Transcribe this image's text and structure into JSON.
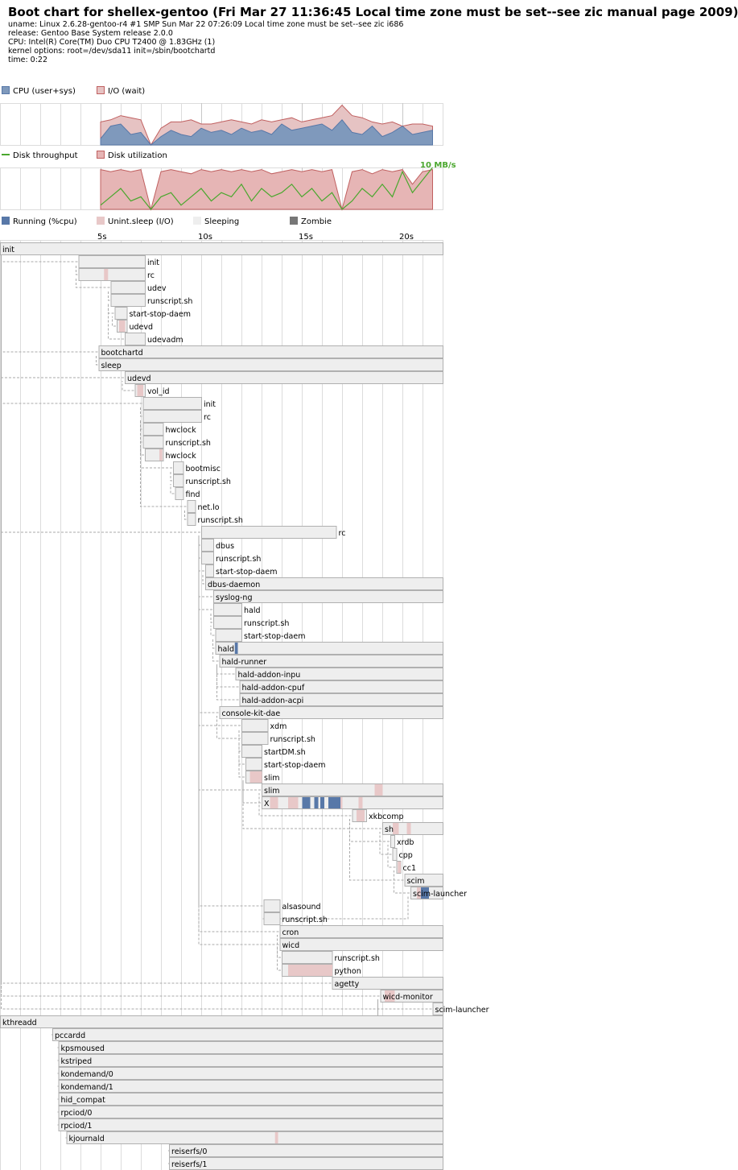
{
  "header": {
    "title": "Boot chart for shellex-gentoo (Fri Mar 27 11:36:45 Local time zone must be set--see zic manual page 2009)",
    "uname": "uname: Linux 2.6.28-gentoo-r4 #1 SMP Sun Mar 22 07:26:09 Local time zone must be set--see zic i686",
    "release": "release: Gentoo Base System release 2.0.0",
    "cpu": "CPU: Intel(R) Core(TM) Duo CPU T2400 @ 1.83GHz (1)",
    "kernel": "kernel options: root=/dev/sda11 init=/sbin/bootchartd",
    "time": "time: 0:22"
  },
  "colors": {
    "cpu": "#7f99bc",
    "io": "#d9aaaa",
    "io_edge": "#c06060",
    "throughput": "#4aa72e",
    "running": "#5878a8",
    "unint": "#e8c8c8",
    "sleeping": "#eeeeee",
    "zombie": "#777777",
    "grid": "#dcdcdc",
    "box_border": "#b0b0b0"
  },
  "chart_data": [
    {
      "type": "area",
      "name": "cpu-io",
      "legend": [
        "CPU (user+sys)",
        "I/O (wait)"
      ],
      "x_unit": "s",
      "xlim": [
        0,
        22
      ],
      "ylim": [
        0,
        1
      ],
      "grid": true,
      "t": [
        5,
        5.5,
        6,
        6.5,
        7,
        7.5,
        8,
        8.5,
        9,
        9.5,
        10,
        10.5,
        11,
        11.5,
        12,
        12.5,
        13,
        13.5,
        14,
        14.5,
        15,
        15.5,
        16,
        16.5,
        17,
        17.5,
        18,
        18.5,
        19,
        19.5,
        20,
        20.5,
        21,
        21.5
      ],
      "io": [
        0.55,
        0.6,
        0.7,
        0.65,
        0.6,
        0.0,
        0.4,
        0.55,
        0.55,
        0.6,
        0.5,
        0.5,
        0.55,
        0.6,
        0.55,
        0.5,
        0.6,
        0.55,
        0.6,
        0.65,
        0.55,
        0.6,
        0.65,
        0.7,
        0.95,
        0.7,
        0.65,
        0.55,
        0.5,
        0.55,
        0.45,
        0.5,
        0.5,
        0.45
      ],
      "cpu": [
        0.15,
        0.45,
        0.5,
        0.25,
        0.3,
        0.0,
        0.2,
        0.35,
        0.25,
        0.2,
        0.4,
        0.3,
        0.35,
        0.25,
        0.4,
        0.3,
        0.35,
        0.25,
        0.5,
        0.35,
        0.4,
        0.45,
        0.5,
        0.35,
        0.6,
        0.3,
        0.25,
        0.45,
        0.2,
        0.3,
        0.45,
        0.25,
        0.3,
        0.35
      ]
    },
    {
      "type": "area",
      "name": "disk",
      "legend": [
        "Disk throughput",
        "Disk utilization"
      ],
      "x_unit": "s",
      "xlim": [
        0,
        22
      ],
      "ylim": [
        0,
        1
      ],
      "grid": true,
      "max_label": "10 MB/s",
      "t": [
        5,
        5.5,
        6,
        6.5,
        7,
        7.5,
        8,
        8.5,
        9,
        9.5,
        10,
        10.5,
        11,
        11.5,
        12,
        12.5,
        13,
        13.5,
        14,
        14.5,
        15,
        15.5,
        16,
        16.5,
        17,
        17.5,
        18,
        18.5,
        19,
        19.5,
        20,
        20.5,
        21,
        21.5
      ],
      "utilization": [
        0.95,
        0.9,
        0.95,
        0.9,
        0.95,
        0.0,
        0.9,
        0.95,
        0.9,
        0.85,
        0.95,
        0.9,
        0.95,
        0.9,
        0.95,
        0.9,
        0.95,
        0.85,
        0.9,
        0.95,
        0.9,
        0.95,
        0.9,
        0.95,
        0.0,
        0.9,
        0.95,
        0.85,
        0.95,
        0.9,
        0.95,
        0.6,
        0.9,
        0.95
      ],
      "throughput": [
        0.1,
        0.3,
        0.5,
        0.2,
        0.3,
        0.0,
        0.3,
        0.4,
        0.1,
        0.3,
        0.5,
        0.2,
        0.4,
        0.3,
        0.6,
        0.2,
        0.5,
        0.3,
        0.4,
        0.6,
        0.3,
        0.5,
        0.2,
        0.4,
        0.0,
        0.2,
        0.5,
        0.3,
        0.6,
        0.3,
        0.9,
        0.4,
        0.7,
        1.0
      ]
    },
    {
      "type": "gantt",
      "name": "processes",
      "legend": [
        "Running (%cpu)",
        "Unint.sleep (I/O)",
        "Sleeping",
        "Zombie"
      ],
      "x_unit": "s",
      "xlim": [
        0,
        22
      ],
      "ticks": [
        "5s",
        "10s",
        "15s",
        "20s"
      ],
      "tick_values": [
        5,
        10,
        15,
        20
      ],
      "processes": [
        {
          "name": "init",
          "start": 0.0,
          "end": 22.0,
          "parent": -1
        },
        {
          "name": "init",
          "start": 3.9,
          "end": 7.2,
          "parent": 0
        },
        {
          "name": "rc",
          "start": 3.9,
          "end": 7.2,
          "parent": 1,
          "io": [
            [
              5.15,
              5.35
            ]
          ]
        },
        {
          "name": "udev",
          "start": 5.5,
          "end": 7.2,
          "parent": 2
        },
        {
          "name": "runscript.sh",
          "start": 5.5,
          "end": 7.2,
          "parent": 3
        },
        {
          "name": "start-stop-daem",
          "start": 5.7,
          "end": 6.3,
          "parent": 4
        },
        {
          "name": "udevd",
          "start": 5.8,
          "end": 6.3,
          "parent": 5,
          "io": [
            [
              5.9,
              6.2
            ]
          ]
        },
        {
          "name": "udevadm",
          "start": 6.2,
          "end": 7.2,
          "parent": 4
        },
        {
          "name": "bootchartd",
          "start": 4.9,
          "end": 22.0,
          "parent": 0
        },
        {
          "name": "sleep",
          "start": 4.9,
          "end": 22.0,
          "parent": 8
        },
        {
          "name": "udevd",
          "start": 6.2,
          "end": 22.0,
          "parent": 0
        },
        {
          "name": "vol_id",
          "start": 6.7,
          "end": 7.2,
          "parent": 10,
          "io": [
            [
              6.8,
              7.1
            ]
          ]
        },
        {
          "name": "init",
          "start": 7.1,
          "end": 10.0,
          "parent": 0
        },
        {
          "name": "rc",
          "start": 7.1,
          "end": 10.0,
          "parent": 12
        },
        {
          "name": "hwclock",
          "start": 7.1,
          "end": 8.1,
          "parent": 13
        },
        {
          "name": "runscript.sh",
          "start": 7.1,
          "end": 8.1,
          "parent": 13
        },
        {
          "name": "hwclock",
          "start": 7.2,
          "end": 8.1,
          "parent": 15,
          "io": [
            [
              7.9,
              8.05
            ]
          ]
        },
        {
          "name": "bootmisc",
          "start": 8.6,
          "end": 9.1,
          "parent": 13
        },
        {
          "name": "runscript.sh",
          "start": 8.6,
          "end": 9.1,
          "parent": 17
        },
        {
          "name": "find",
          "start": 8.7,
          "end": 9.1,
          "parent": 18
        },
        {
          "name": "net.lo",
          "start": 9.3,
          "end": 9.7,
          "parent": 13
        },
        {
          "name": "runscript.sh",
          "start": 9.3,
          "end": 9.7,
          "parent": 20
        },
        {
          "name": "rc",
          "start": 10.0,
          "end": 16.7,
          "parent": 0
        },
        {
          "name": "dbus",
          "start": 10.0,
          "end": 10.6,
          "parent": 22
        },
        {
          "name": "runscript.sh",
          "start": 10.0,
          "end": 10.6,
          "parent": 23
        },
        {
          "name": "start-stop-daem",
          "start": 10.2,
          "end": 10.6,
          "parent": 24
        },
        {
          "name": "dbus-daemon",
          "start": 10.2,
          "end": 22.0,
          "parent": 25
        },
        {
          "name": "syslog-ng",
          "start": 10.6,
          "end": 22.0,
          "parent": 22
        },
        {
          "name": "hald",
          "start": 10.6,
          "end": 12.0,
          "parent": 22
        },
        {
          "name": "runscript.sh",
          "start": 10.6,
          "end": 12.0,
          "parent": 28
        },
        {
          "name": "start-stop-daem",
          "start": 10.7,
          "end": 12.0,
          "parent": 29
        },
        {
          "name": "hald",
          "start": 10.7,
          "end": 22.0,
          "parent": 30,
          "cpu": [
            [
              11.65,
              11.8
            ]
          ]
        },
        {
          "name": "hald-runner",
          "start": 10.9,
          "end": 22.0,
          "parent": 31
        },
        {
          "name": "hald-addon-inpu",
          "start": 11.7,
          "end": 22.0,
          "parent": 32
        },
        {
          "name": "hald-addon-cpuf",
          "start": 11.9,
          "end": 22.0,
          "parent": 32
        },
        {
          "name": "hald-addon-acpi",
          "start": 11.9,
          "end": 22.0,
          "parent": 32
        },
        {
          "name": "console-kit-dae",
          "start": 10.9,
          "end": 22.0,
          "parent": 22
        },
        {
          "name": "xdm",
          "start": 12.0,
          "end": 13.3,
          "parent": 22
        },
        {
          "name": "runscript.sh",
          "start": 12.0,
          "end": 13.3,
          "parent": 36
        },
        {
          "name": "startDM.sh",
          "start": 12.0,
          "end": 13.0,
          "parent": 37
        },
        {
          "name": "start-stop-daem",
          "start": 12.2,
          "end": 13.0,
          "parent": 38
        },
        {
          "name": "slim",
          "start": 12.2,
          "end": 13.0,
          "parent": 39,
          "io": [
            [
              12.4,
              13.0
            ]
          ]
        },
        {
          "name": "slim",
          "start": 13.0,
          "end": 22.0,
          "parent": 22,
          "io": [
            [
              18.6,
              19.0
            ]
          ]
        },
        {
          "name": "X",
          "start": 13.0,
          "end": 22.0,
          "parent": 41,
          "io": [
            [
              13.4,
              13.8
            ],
            [
              14.3,
              14.8
            ],
            [
              15.1,
              15.3
            ],
            [
              16.8,
              17.0
            ],
            [
              17.8,
              18.0
            ]
          ],
          "cpu": [
            [
              15.0,
              15.4
            ],
            [
              15.6,
              15.8
            ],
            [
              15.9,
              16.1
            ],
            [
              16.3,
              16.5
            ],
            [
              16.5,
              16.9
            ]
          ]
        },
        {
          "name": "xkbcomp",
          "start": 17.5,
          "end": 18.2,
          "parent": 42,
          "io": [
            [
              17.7,
              18.1
            ]
          ]
        },
        {
          "name": "sh",
          "start": 19.0,
          "end": 22.0,
          "parent": 41,
          "io": [
            [
              19.5,
              19.8
            ],
            [
              20.2,
              20.4
            ]
          ]
        },
        {
          "name": "xrdb",
          "start": 19.4,
          "end": 19.6,
          "parent": 44
        },
        {
          "name": "cpp",
          "start": 19.5,
          "end": 19.7,
          "parent": 45
        },
        {
          "name": "cc1",
          "start": 19.7,
          "end": 19.9,
          "parent": 46,
          "io": [
            [
              19.75,
              19.9
            ]
          ]
        },
        {
          "name": "scim",
          "start": 20.1,
          "end": 22.0,
          "parent": 44
        },
        {
          "name": "scim-launcher",
          "start": 20.4,
          "end": 22.0,
          "parent": 48,
          "cpu": [
            [
              20.9,
              21.3
            ]
          ],
          "io": [
            [
              20.7,
              20.9
            ]
          ]
        },
        {
          "name": "alsasound",
          "start": 13.1,
          "end": 13.9,
          "parent": 22
        },
        {
          "name": "runscript.sh",
          "start": 13.1,
          "end": 13.9,
          "parent": 50
        },
        {
          "name": "cron",
          "start": 13.9,
          "end": 22.0,
          "parent": 22
        },
        {
          "name": "wicd",
          "start": 13.9,
          "end": 22.0,
          "parent": 22
        },
        {
          "name": "runscript.sh",
          "start": 14.0,
          "end": 16.5,
          "parent": 53
        },
        {
          "name": "python",
          "start": 14.0,
          "end": 16.5,
          "parent": 54,
          "io": [
            [
              14.3,
              16.5
            ]
          ]
        },
        {
          "name": "agetty",
          "start": 16.5,
          "end": 22.0,
          "parent": 0
        },
        {
          "name": "wicd-monitor",
          "start": 18.9,
          "end": 22.0,
          "parent": 0,
          "io": [
            [
              19.1,
              19.6
            ]
          ]
        },
        {
          "name": "scim-launcher",
          "start": 21.5,
          "end": 22.0,
          "parent": 0
        },
        {
          "name": "kthreadd",
          "start": 0.0,
          "end": 22.0,
          "parent": -1
        },
        {
          "name": "pccardd",
          "start": 2.6,
          "end": 22.0,
          "parent": 58
        },
        {
          "name": "kpsmoused",
          "start": 2.9,
          "end": 22.0,
          "parent": 58
        },
        {
          "name": "kstriped",
          "start": 2.9,
          "end": 22.0,
          "parent": 58
        },
        {
          "name": "kondemand/0",
          "start": 2.9,
          "end": 22.0,
          "parent": 58
        },
        {
          "name": "kondemand/1",
          "start": 2.9,
          "end": 22.0,
          "parent": 58
        },
        {
          "name": "hid_compat",
          "start": 2.9,
          "end": 22.0,
          "parent": 58
        },
        {
          "name": "rpciod/0",
          "start": 2.9,
          "end": 22.0,
          "parent": 58
        },
        {
          "name": "rpciod/1",
          "start": 2.9,
          "end": 22.0,
          "parent": 58
        },
        {
          "name": "kjournald",
          "start": 3.3,
          "end": 22.0,
          "parent": 58,
          "io": [
            [
              13.65,
              13.8
            ]
          ]
        },
        {
          "name": "reiserfs/0",
          "start": 8.4,
          "end": 22.0,
          "parent": 58
        },
        {
          "name": "reiserfs/1",
          "start": 8.4,
          "end": 22.0,
          "parent": 58
        }
      ]
    }
  ]
}
